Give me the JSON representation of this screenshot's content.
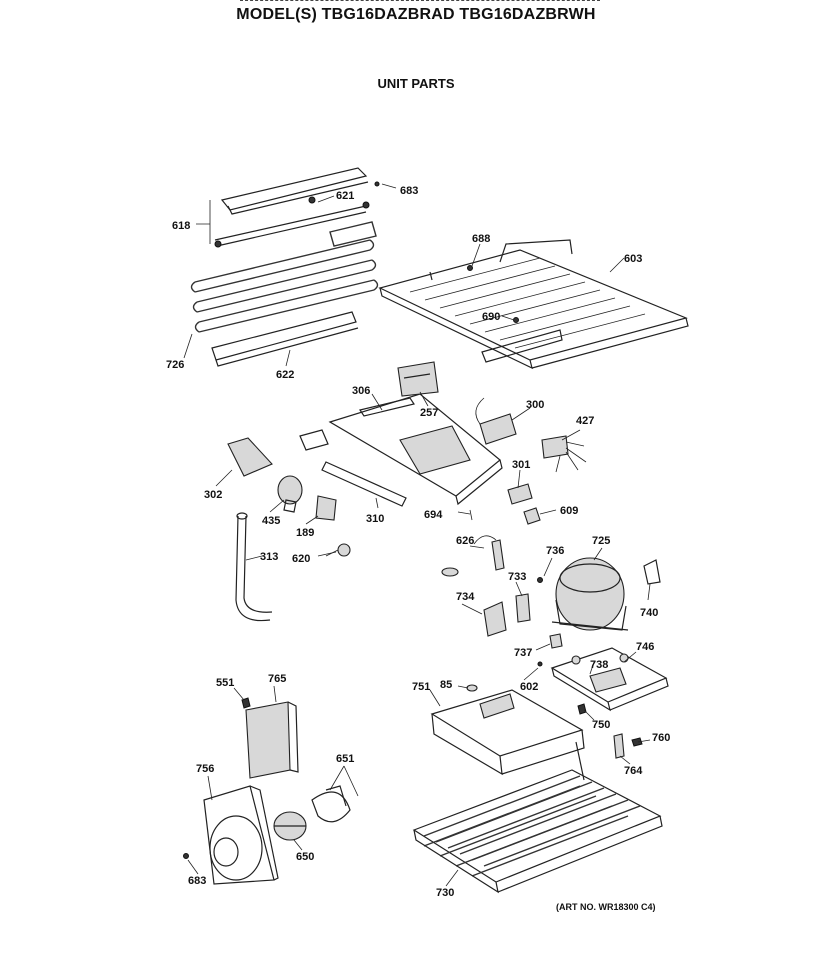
{
  "header": {
    "model_line": "MODEL(S) TBG16DAZBRAD  TBG16DAZBRWH",
    "section_title": "UNIT PARTS"
  },
  "footer": {
    "art_number": "(ART NO. WR18300 C4)"
  },
  "callouts": {
    "p618": "618",
    "p621": "621",
    "p683a": "683",
    "p726": "726",
    "p622": "622",
    "p688": "688",
    "p603": "603",
    "p690": "690",
    "p306": "306",
    "p257": "257",
    "p300": "300",
    "p427": "427",
    "p302": "302",
    "p435": "435",
    "p189": "189",
    "p310": "310",
    "p301": "301",
    "p694": "694",
    "p609": "609",
    "p313": "313",
    "p620": "620",
    "p626": "626",
    "p736": "736",
    "p725": "725",
    "p733": "733",
    "p734": "734",
    "p740": "740",
    "p737": "737",
    "p738": "738",
    "p746": "746",
    "p551": "551",
    "p765": "765",
    "p751": "751",
    "p85": "85",
    "p602": "602",
    "p750": "750",
    "p760": "760",
    "p764": "764",
    "p756": "756",
    "p651": "651",
    "p650": "650",
    "p683b": "683",
    "p730": "730"
  }
}
